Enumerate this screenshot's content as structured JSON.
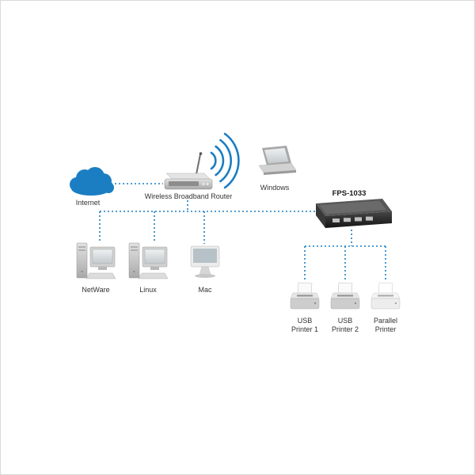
{
  "diagram": {
    "type": "network-topology",
    "accent_color": "#1b7ec2",
    "device_gray": "#cccccc",
    "print_server_color": "#222222",
    "labels": {
      "internet": "Internet",
      "router": "Wireless Broadband Router",
      "windows": "Windows",
      "print_server": "FPS-1033",
      "netware": "NetWare",
      "linux": "Linux",
      "mac": "Mac",
      "usb_printer_1_line1": "USB",
      "usb_printer_1_line2": "Printer 1",
      "usb_printer_2_line1": "USB",
      "usb_printer_2_line2": "Printer 2",
      "parallel_printer_line1": "Parallel",
      "parallel_printer_line2": "Printer"
    }
  }
}
